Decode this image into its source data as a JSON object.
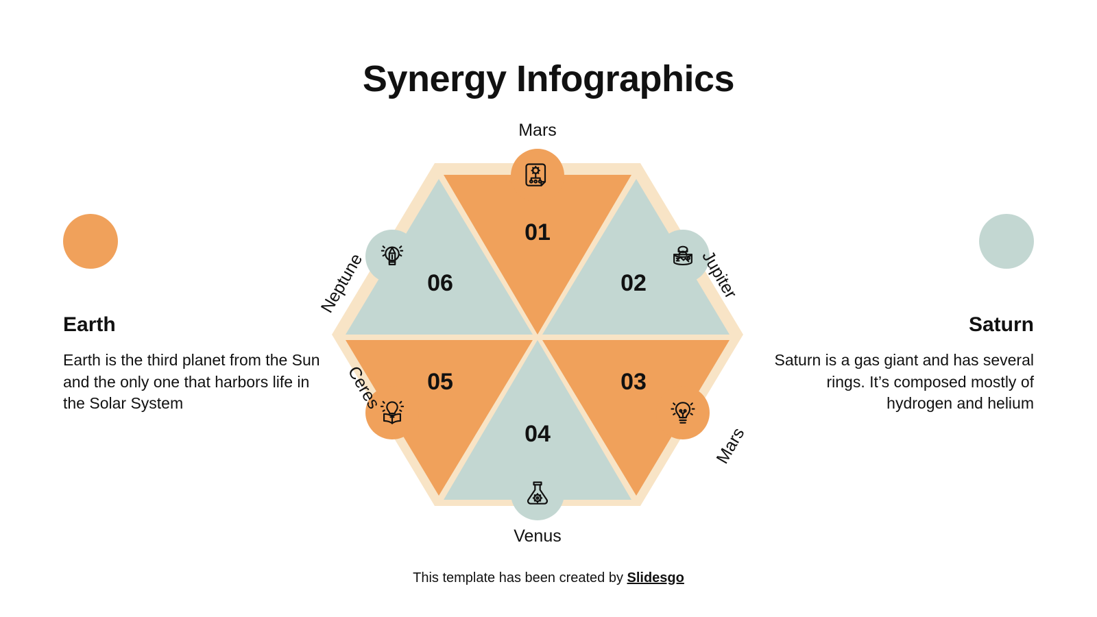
{
  "title": "Synergy Infographics",
  "colors": {
    "orange": "#F0A15B",
    "sage": "#C3D7D2",
    "beige": "#F8E4C6",
    "text": "#111111",
    "background": "#FFFFFF"
  },
  "side_panels": {
    "left": {
      "dot_color": "#F0A15B",
      "heading": "Earth",
      "body": "Earth is the third planet from the Sun and the only one that harbors life in the Solar System"
    },
    "right": {
      "dot_color": "#C3D7D2",
      "heading": "Saturn",
      "body": "Saturn is a gas giant and has several rings. It’s composed mostly of hydrogen and helium"
    }
  },
  "hexagon": {
    "segments": [
      {
        "number": "01",
        "label": "Mars",
        "fill": "#F0A15B",
        "bubble_color": "#F0A15B",
        "icon": "document-gear-network-icon"
      },
      {
        "number": "02",
        "label": "Jupiter",
        "fill": "#C3D7D2",
        "bubble_color": "#C3D7D2",
        "icon": "panoramic-researcher-icon"
      },
      {
        "number": "03",
        "label": "Mars",
        "fill": "#F0A15B",
        "bubble_color": "#F0A15B",
        "icon": "lightbulb-icon"
      },
      {
        "number": "04",
        "label": "Venus",
        "fill": "#C3D7D2",
        "bubble_color": "#C3D7D2",
        "icon": "flask-gear-icon"
      },
      {
        "number": "05",
        "label": "Ceres",
        "fill": "#F0A15B",
        "bubble_color": "#F0A15B",
        "icon": "lightbulb-book-icon"
      },
      {
        "number": "06",
        "label": "Neptune",
        "fill": "#C3D7D2",
        "bubble_color": "#C3D7D2",
        "icon": "pencil-lightbulb-icon"
      }
    ]
  },
  "footer": {
    "text": "This template has been created by ",
    "brand": "Slidesgo"
  }
}
